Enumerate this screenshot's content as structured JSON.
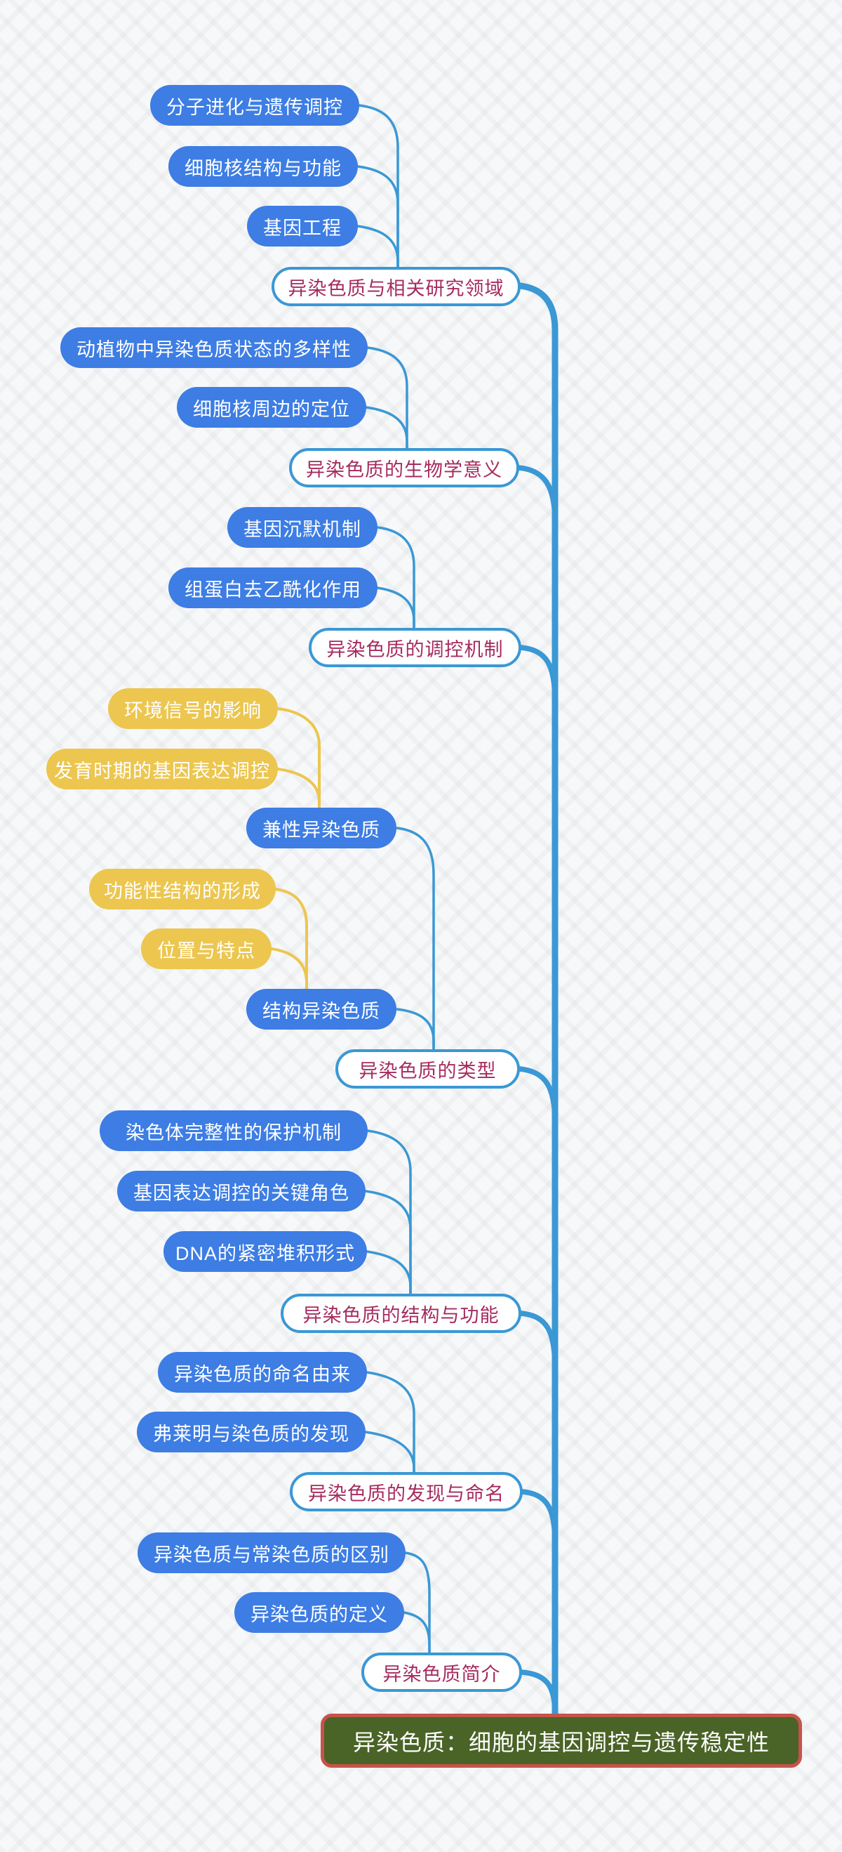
{
  "root": {
    "label": "异染色质：细胞的基因调控与遗传稳定性"
  },
  "branches": [
    {
      "label": "异染色质与相关研究领域",
      "children": [
        {
          "label": "分子进化与遗传调控"
        },
        {
          "label": "细胞核结构与功能"
        },
        {
          "label": "基因工程"
        }
      ]
    },
    {
      "label": "异染色质的生物学意义",
      "children": [
        {
          "label": "动植物中异染色质状态的多样性"
        },
        {
          "label": "细胞核周边的定位"
        }
      ]
    },
    {
      "label": "异染色质的调控机制",
      "children": [
        {
          "label": "基因沉默机制"
        },
        {
          "label": "组蛋白去乙酰化作用"
        }
      ]
    },
    {
      "label": "异染色质的类型",
      "children": [
        {
          "label": "兼性异染色质",
          "children": [
            {
              "label": "环境信号的影响"
            },
            {
              "label": "发育时期的基因表达调控"
            }
          ]
        },
        {
          "label": "结构异染色质",
          "children": [
            {
              "label": "功能性结构的形成"
            },
            {
              "label": "位置与特点"
            }
          ]
        }
      ]
    },
    {
      "label": "异染色质的结构与功能",
      "children": [
        {
          "label": "染色体完整性的保护机制"
        },
        {
          "label": "基因表达调控的关键角色"
        },
        {
          "label": "DNA的紧密堆积形式"
        }
      ]
    },
    {
      "label": "异染色质的发现与命名",
      "children": [
        {
          "label": "异染色质的命名由来"
        },
        {
          "label": "弗莱明与染色质的发现"
        }
      ]
    },
    {
      "label": "异染色质简介",
      "children": [
        {
          "label": "异染色质与常染色质的区别"
        },
        {
          "label": "异染色质的定义"
        }
      ]
    }
  ],
  "colors": {
    "node_blue": "#3D7DE4",
    "node_yellow": "#ECC64F",
    "line_blue": "#3A98D5",
    "line_yellow": "#ECC64F",
    "pill_border": "#3A98D5",
    "pill_text": "#A62B5F",
    "node_text": "#FFFFFF",
    "root_fill": "#4A6326",
    "root_border": "#C8524C",
    "background": "#F7F8F9"
  }
}
